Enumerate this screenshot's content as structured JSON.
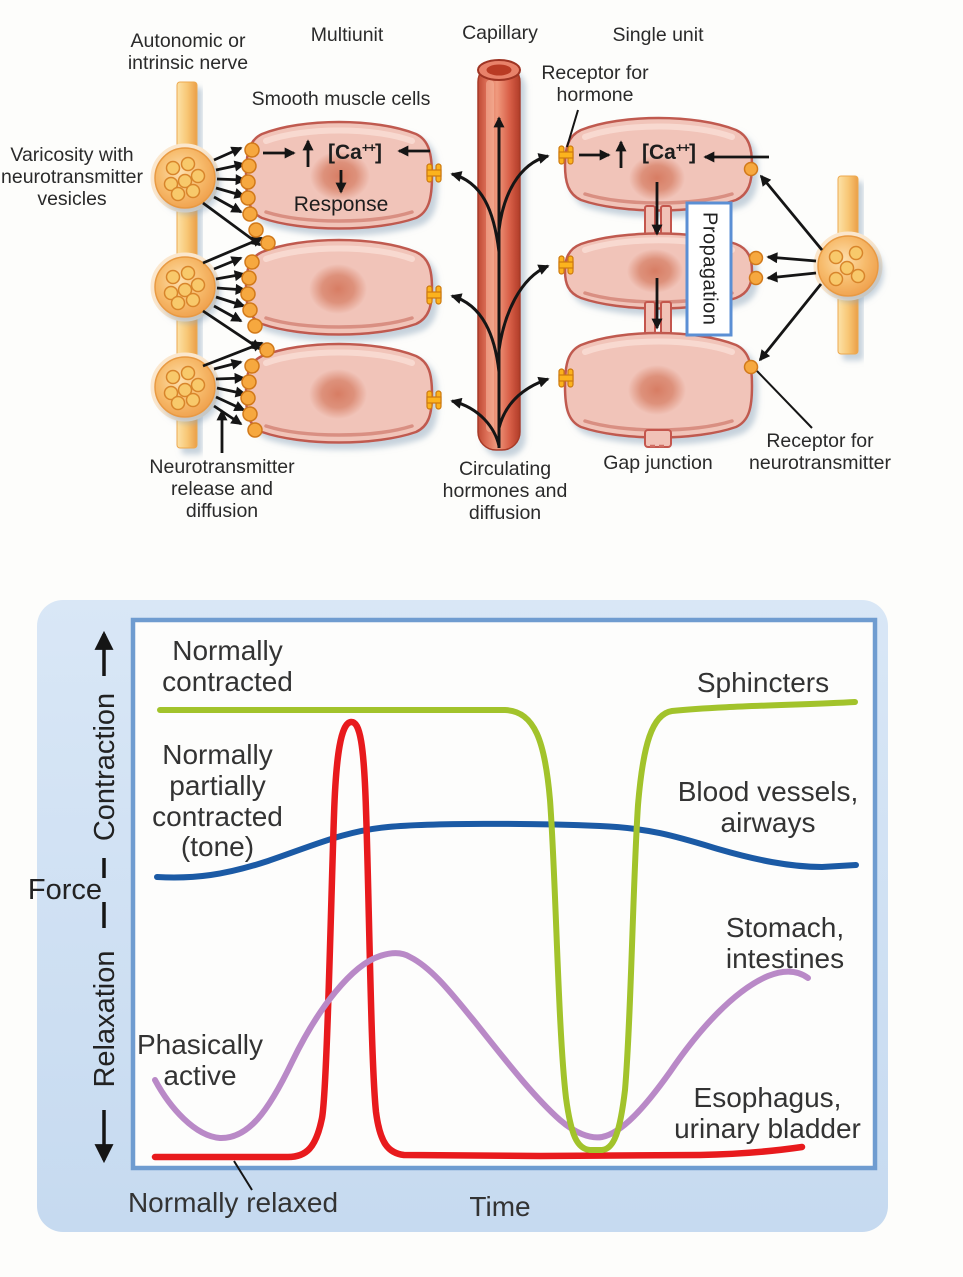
{
  "top": {
    "labels": {
      "autonomic_nerve": "Autonomic or\nintrinsic nerve",
      "multiunit": "Multiunit",
      "capillary": "Capillary",
      "single_unit": "Single unit",
      "varicosity": "Varicosity with\nneurotransmitter\nvesicles",
      "smooth_muscle_cells": "Smooth muscle cells",
      "receptor_hormone": "Receptor for\nhormone",
      "propagation": "Propagation",
      "response": "Response",
      "ca": {
        "pre": "[Ca",
        "sup": "++",
        "post": "]"
      },
      "neurotransmitter_release": "Neurotransmitter\nrelease and\ndiffusion",
      "circulating_hormones": "Circulating\nhormones and\ndiffusion",
      "gap_junction": "Gap junction",
      "receptor_neurotransmitter": "Receptor for\nneurotransmitter"
    }
  },
  "chart": {
    "axis": {
      "force": "Force",
      "contraction": "Contraction",
      "relaxation": "Relaxation",
      "time": "Time"
    },
    "labels": {
      "normally_contracted": "Normally\ncontracted",
      "sphincters": "Sphincters",
      "normally_partially_contracted": "Normally\npartially\ncontracted\n(tone)",
      "blood_vessels": "Blood vessels,\nairways",
      "stomach_intestines": "Stomach,\nintestines",
      "phasically_active": "Phasically\nactive",
      "esophagus_bladder": "Esophagus,\nurinary bladder",
      "normally_relaxed": "Normally relaxed"
    }
  },
  "colors": {
    "green": "#a2c32b",
    "blue": "#1b5aa5",
    "red": "#e81a1d",
    "purple": "#b989c7",
    "panel": "#cfe0f2",
    "plot_border": "#6f9cd0",
    "propagation_border": "#5b8fd4"
  },
  "chart_data": {
    "type": "line",
    "xlabel": "Time",
    "ylabel": "Force (Relaxation 0 - Contraction 100)",
    "xlim": [
      0,
      100
    ],
    "ylim": [
      0,
      100
    ],
    "grid": false,
    "legend_position": "inline-right",
    "series": [
      {
        "name": "Sphincters",
        "behavior": "Normally contracted",
        "color": "#a2c32b",
        "points": [
          [
            4,
            84
          ],
          [
            30,
            84
          ],
          [
            50,
            84
          ],
          [
            56,
            70
          ],
          [
            59,
            30
          ],
          [
            61,
            5
          ],
          [
            64,
            4
          ],
          [
            66,
            8
          ],
          [
            69,
            40
          ],
          [
            72,
            75
          ],
          [
            75,
            83
          ],
          [
            85,
            84
          ],
          [
            97,
            85
          ]
        ]
      },
      {
        "name": "Blood vessels, airways",
        "behavior": "Normally partially contracted (tone)",
        "color": "#1b5aa5",
        "points": [
          [
            3,
            53
          ],
          [
            10,
            53
          ],
          [
            20,
            57
          ],
          [
            30,
            61
          ],
          [
            35,
            63
          ],
          [
            45,
            63
          ],
          [
            55,
            63
          ],
          [
            63,
            62
          ],
          [
            70,
            60
          ],
          [
            78,
            57
          ],
          [
            85,
            55
          ],
          [
            93,
            55
          ],
          [
            97,
            55
          ]
        ]
      },
      {
        "name": "Stomach, intestines",
        "behavior": "Phasically active",
        "color": "#b989c7",
        "points": [
          [
            3,
            16
          ],
          [
            6,
            11
          ],
          [
            9,
            6
          ],
          [
            12,
            5
          ],
          [
            17,
            8
          ],
          [
            22,
            15
          ],
          [
            28,
            25
          ],
          [
            33,
            34
          ],
          [
            36,
            39
          ],
          [
            38,
            39
          ],
          [
            42,
            35
          ],
          [
            47,
            27
          ],
          [
            53,
            17
          ],
          [
            58,
            9
          ],
          [
            62,
            6
          ],
          [
            66,
            9
          ],
          [
            71,
            16
          ],
          [
            77,
            25
          ],
          [
            83,
            32
          ],
          [
            88,
            35
          ],
          [
            91,
            36
          ]
        ]
      },
      {
        "name": "Esophagus, urinary bladder",
        "behavior": "Normally relaxed",
        "color": "#e81a1d",
        "points": [
          [
            3,
            2
          ],
          [
            15,
            2
          ],
          [
            21,
            2
          ],
          [
            24,
            5
          ],
          [
            26,
            25
          ],
          [
            27,
            60
          ],
          [
            28,
            79
          ],
          [
            29,
            82
          ],
          [
            30,
            81
          ],
          [
            31,
            60
          ],
          [
            32,
            30
          ],
          [
            34,
            8
          ],
          [
            36,
            3
          ],
          [
            40,
            2
          ],
          [
            55,
            2
          ],
          [
            70,
            2
          ],
          [
            80,
            3
          ],
          [
            90,
            4
          ]
        ]
      }
    ]
  }
}
